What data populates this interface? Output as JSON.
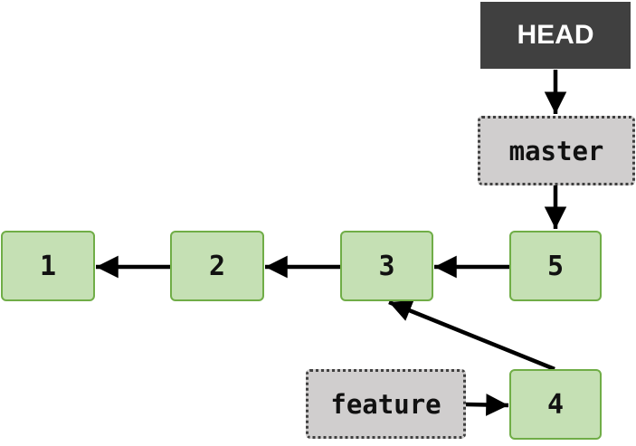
{
  "head": {
    "label": "HEAD"
  },
  "branches": {
    "master": "master",
    "feature": "feature"
  },
  "commits": {
    "c1": "1",
    "c2": "2",
    "c3": "3",
    "c4": "4",
    "c5": "5"
  },
  "edges": [
    {
      "from": "head",
      "to": "master"
    },
    {
      "from": "master",
      "to": "c5"
    },
    {
      "from": "c5",
      "to": "c3"
    },
    {
      "from": "c3",
      "to": "c2"
    },
    {
      "from": "c2",
      "to": "c1"
    },
    {
      "from": "c4",
      "to": "c3"
    },
    {
      "from": "feature",
      "to": "c4"
    }
  ],
  "colors": {
    "commit_fill": "#c5e0b4",
    "commit_border": "#70ad47",
    "ref_fill": "#d0cece",
    "ref_border": "#404040",
    "head_fill": "#404040",
    "head_text": "#ffffff",
    "arrow": "#000000"
  }
}
